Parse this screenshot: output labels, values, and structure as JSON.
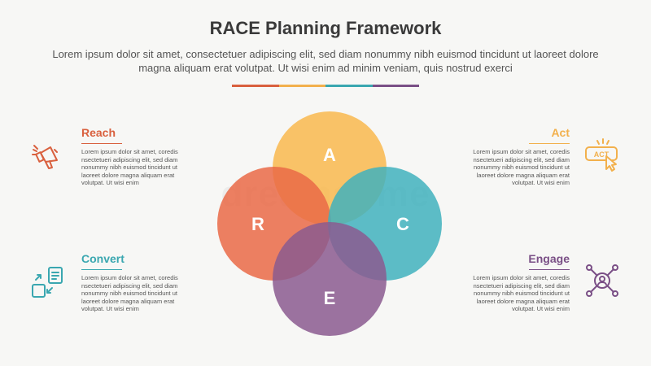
{
  "title": "RACE Planning Framework",
  "subtitle": "Lorem ipsum dolor sit amet, consectetuer adipiscing elit, sed diam nonummy nibh euismod tincidunt ut laoreet dolore magna aliquam erat volutpat. Ut wisi enim ad minim veniam, quis nostrud exerci",
  "bar_colors": [
    "#d9603e",
    "#f2b04c",
    "#3aa7b0",
    "#7a4f86"
  ],
  "watermark": "dreamstime",
  "blocks": {
    "reach": {
      "title": "Reach",
      "color": "#d9603e",
      "icon": "megaphone-icon",
      "body": "Lorem ipsum dolor sit amet, coredis nsectetueri adipiscing elit, sed diam nonummy nibh euismod tincidunt ut laoreet dolore magna aliquam erat volutpat. Ut wisi enim"
    },
    "act": {
      "title": "Act",
      "color": "#f2b04c",
      "icon": "act-click-icon",
      "badge": "ACT",
      "body": "Lorem ipsum dolor sit amet, coredis nsectetueri adipiscing elit, sed diam nonummy nibh euismod tincidunt ut laoreet dolore magna aliquam erat volutpat. Ut wisi enim"
    },
    "convert": {
      "title": "Convert",
      "color": "#3aa7b0",
      "icon": "convert-icon",
      "body": "Lorem ipsum dolor sit amet, coredis nsectetueri adipiscing elit, sed diam nonummy nibh euismod tincidunt ut laoreet dolore magna aliquam erat volutpat. Ut wisi enim"
    },
    "engage": {
      "title": "Engage",
      "color": "#7a4f86",
      "icon": "network-user-icon",
      "body": "Lorem ipsum dolor sit amet, coredis nsectetueri adipiscing elit, sed diam nonummy nibh euismod tincidunt ut laoreet dolore magna aliquam erat volutpat. Ut wisi enim"
    }
  },
  "circles": {
    "a": {
      "letter": "A",
      "color": "#f9b84e"
    },
    "r": {
      "letter": "R",
      "color": "#ea6a47"
    },
    "c": {
      "letter": "C",
      "color": "#41b2bd"
    },
    "e": {
      "letter": "E",
      "color": "#8b5a8f"
    }
  }
}
